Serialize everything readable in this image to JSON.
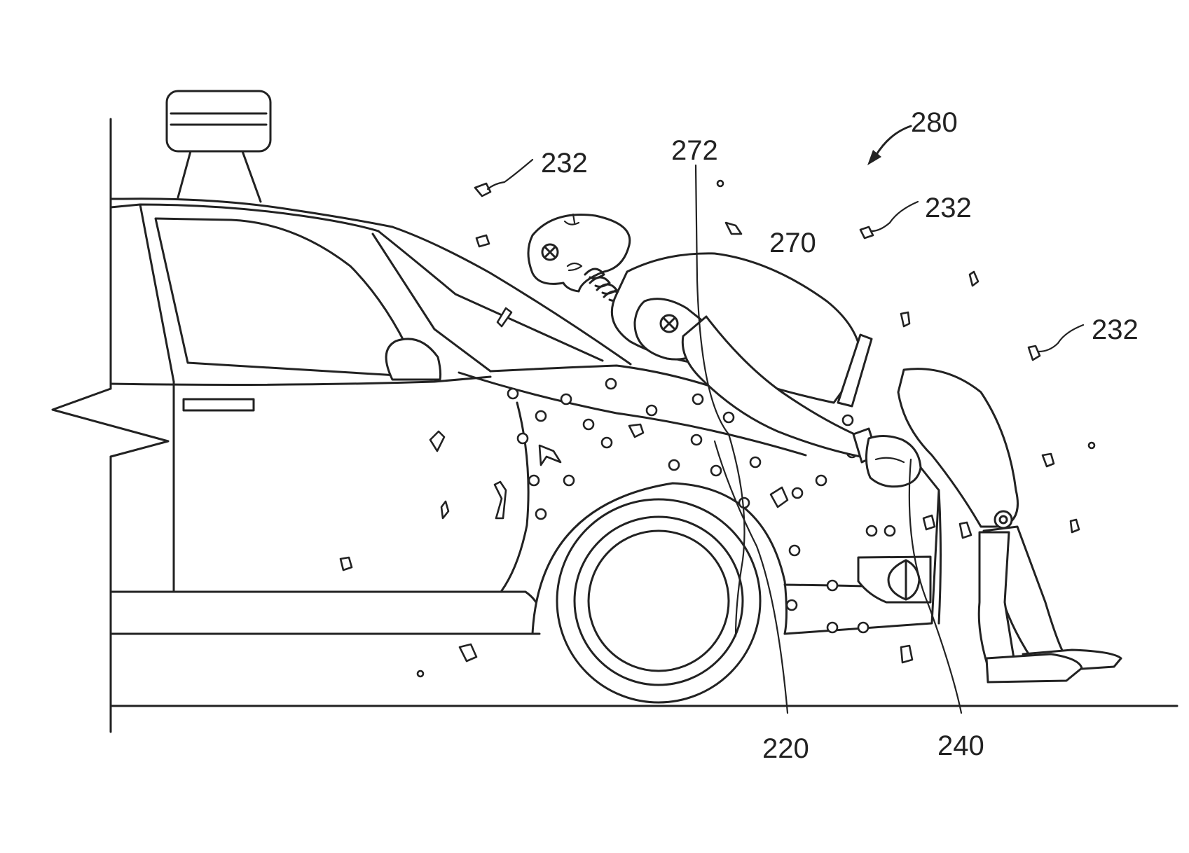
{
  "labels": {
    "ref_280": "280",
    "ref_272": "272",
    "ref_270": "270",
    "ref_232_a": "232",
    "ref_232_b": "232",
    "ref_232_c": "232",
    "ref_220": "220",
    "ref_240": "240"
  }
}
